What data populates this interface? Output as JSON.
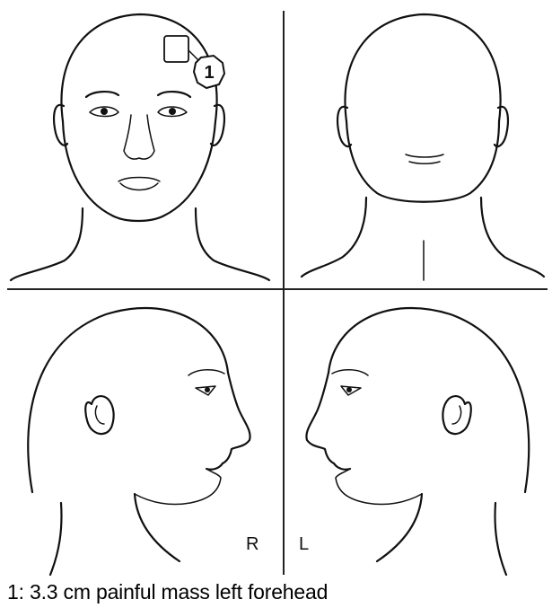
{
  "labels": {
    "right_side": "R",
    "left_side": "L"
  },
  "markers": [
    {
      "number": "1"
    }
  ],
  "caption": "1: 3.3 cm painful mass left forehead",
  "colors": {
    "line": "#111111",
    "background": "#ffffff"
  }
}
